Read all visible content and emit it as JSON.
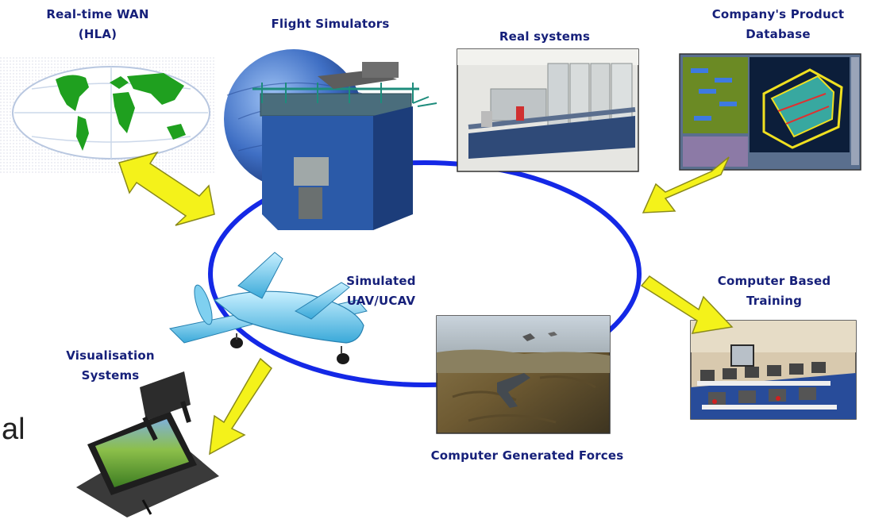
{
  "labels": {
    "wan_line1": "Real-time WAN",
    "wan_line2": "(HLA)",
    "flight_simulators": "Flight Simulators",
    "real_systems": "Real systems",
    "product_db_line1": "Company's Product",
    "product_db_line2": "Database",
    "simulated_line1": "Simulated",
    "simulated_line2": "UAV/UCAV",
    "cbt_line1": "Computer Based",
    "cbt_line2": "Training",
    "visualisation_line1": "Visualisation",
    "visualisation_line2": "Systems",
    "cgf": "Computer Generated Forces"
  },
  "stray_text": "al",
  "icons": {
    "world_map": "world-map-icon",
    "flight_simulator": "flight-simulator-dome-icon",
    "real_systems_photo": "lab-equipment-photo",
    "product_database_screenshot": "cad-database-screenshot",
    "uav": "uav-aircraft-icon",
    "cgf_screenshot": "terrain-jet-screenshot",
    "training_room": "classroom-photo",
    "visualisation_display": "visualisation-display-icon"
  },
  "colors": {
    "loop": "#1428e6",
    "arrow_fill": "#f4f21a",
    "arrow_stroke": "#8a8a1a",
    "label_text": "#16207a"
  }
}
